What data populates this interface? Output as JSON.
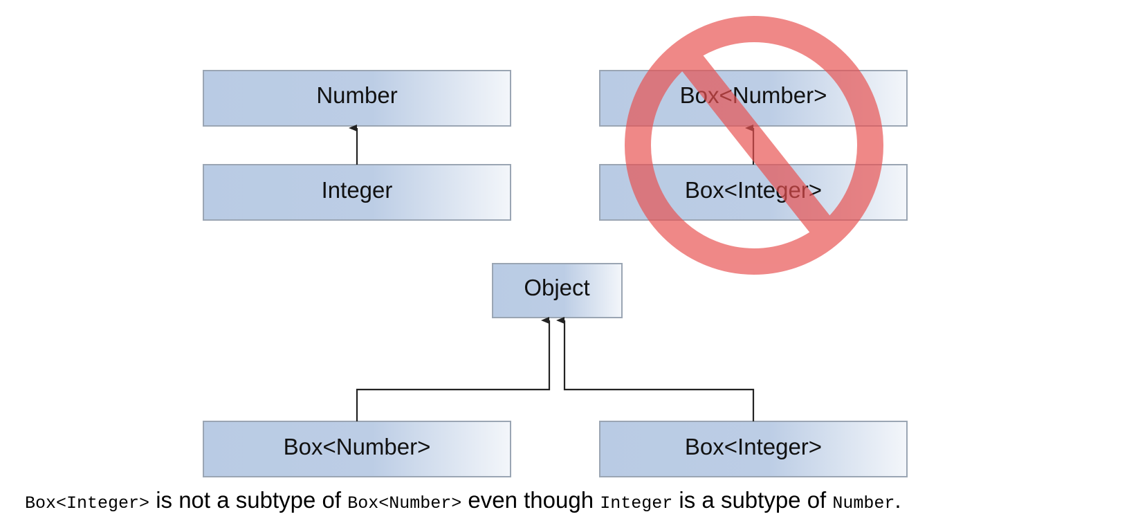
{
  "boxes": {
    "number": "Number",
    "integer": "Integer",
    "box_number_top": "Box<Number>",
    "box_integer_top": "Box<Integer>",
    "object": "Object",
    "box_number_bottom": "Box<Number>",
    "box_integer_bottom": "Box<Integer>"
  },
  "prohibition_sign": {
    "icon": "no-symbol-icon",
    "color": "#e8504f"
  },
  "colors": {
    "box_fill_start": "#b9cbe4",
    "box_fill_end": "#f3f6fa",
    "box_border": "#9aa5b3",
    "arrow": "#222222"
  },
  "caption": {
    "code1": "Box<Integer>",
    "text1": " is not a subtype of ",
    "code2": "Box<Number>",
    "text2": " even though ",
    "code3": "Integer",
    "text3": " is a subtype of ",
    "code4": "Number",
    "text4": "."
  }
}
